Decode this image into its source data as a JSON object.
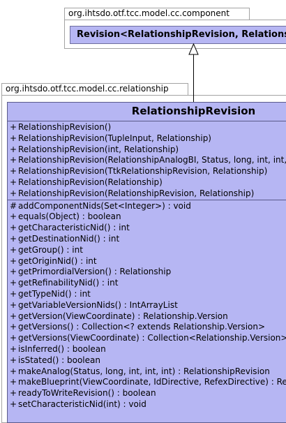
{
  "parent_package": {
    "name": "org.ihtsdo.otf.tcc.model.cc.component"
  },
  "parent_class": {
    "name": "Revision<RelationshipRevision, Relationship>"
  },
  "package": {
    "name": "org.ihtsdo.otf.tcc.model.cc.relationship"
  },
  "class": {
    "name": "RelationshipRevision",
    "constructors": [
      {
        "vis": "+",
        "sig": "RelationshipRevision()"
      },
      {
        "vis": "+",
        "sig": "RelationshipRevision(TupleInput, Relationship)"
      },
      {
        "vis": "+",
        "sig": "RelationshipRevision(int, Relationship)"
      },
      {
        "vis": "+",
        "sig": "RelationshipRevision(RelationshipAnalogBI, Status, long, int, int, int, Relationship)"
      },
      {
        "vis": "+",
        "sig": "RelationshipRevision(TtkRelationshipRevision, Relationship)"
      },
      {
        "vis": "+",
        "sig": "RelationshipRevision(Relationship)"
      },
      {
        "vis": "+",
        "sig": "RelationshipRevision(RelationshipRevision, Relationship)"
      }
    ],
    "methods": [
      {
        "vis": "#",
        "sig": "addComponentNids(Set<Integer>) : void"
      },
      {
        "vis": "+",
        "sig": "equals(Object) : boolean"
      },
      {
        "vis": "+",
        "sig": "getCharacteristicNid() : int"
      },
      {
        "vis": "+",
        "sig": "getDestinationNid() : int"
      },
      {
        "vis": "+",
        "sig": "getGroup() : int"
      },
      {
        "vis": "+",
        "sig": "getOriginNid() : int"
      },
      {
        "vis": "+",
        "sig": "getPrimordialVersion() : Relationship"
      },
      {
        "vis": "+",
        "sig": "getRefinabilityNid() : int"
      },
      {
        "vis": "+",
        "sig": "getTypeNid() : int"
      },
      {
        "vis": "+",
        "sig": "getVariableVersionNids() : IntArrayList"
      },
      {
        "vis": "+",
        "sig": "getVersion(ViewCoordinate) : Relationship.Version"
      },
      {
        "vis": "+",
        "sig": "getVersions() : Collection<? extends Relationship.Version>"
      },
      {
        "vis": "+",
        "sig": "getVersions(ViewCoordinate) : Collection<Relationship.Version>"
      },
      {
        "vis": "+",
        "sig": "isInferred() : boolean"
      },
      {
        "vis": "+",
        "sig": "isStated() : boolean"
      },
      {
        "vis": "+",
        "sig": "makeAnalog(Status, long, int, int, int) : RelationshipRevision"
      },
      {
        "vis": "+",
        "sig": "makeBlueprint(ViewCoordinate, IdDirective, RefexDirective) : RelationshipCAB"
      },
      {
        "vis": "+",
        "sig": "readyToWriteRevision() : boolean"
      },
      {
        "vis": "+",
        "sig": "setCharacteristicNid(int) : void"
      }
    ]
  }
}
